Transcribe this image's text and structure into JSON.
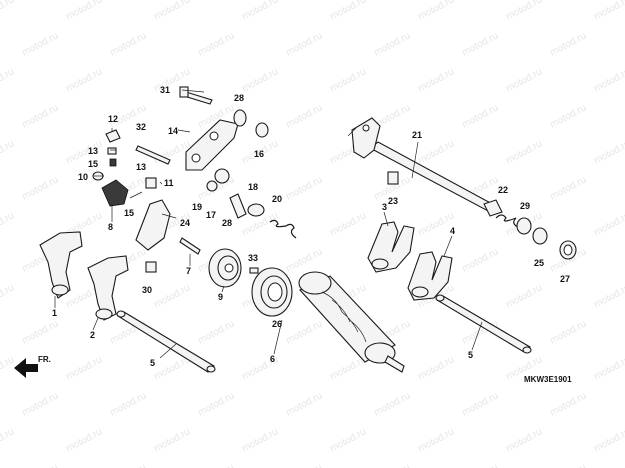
{
  "watermark": "motod.ru",
  "diagram_code": "MKW3E1901",
  "direction_label": "FR.",
  "part_numbers": {
    "n1": "1",
    "n2": "2",
    "n3": "3",
    "n4": "4",
    "n5a": "5",
    "n5b": "5",
    "n6": "6",
    "n7": "7",
    "n8": "8",
    "n9": "9",
    "n10": "10",
    "n11": "11",
    "n12": "12",
    "n13a": "13",
    "n13b": "13",
    "n14": "14",
    "n15a": "15",
    "n15b": "15",
    "n16": "16",
    "n17": "17",
    "n18": "18",
    "n19": "19",
    "n20": "20",
    "n21": "21",
    "n22": "22",
    "n23": "23",
    "n24": "24",
    "n25": "25",
    "n26": "26",
    "n27": "27",
    "n28a": "28",
    "n28b": "28",
    "n29": "29",
    "n30": "30",
    "n31": "31",
    "n32": "32",
    "n33": "33"
  }
}
